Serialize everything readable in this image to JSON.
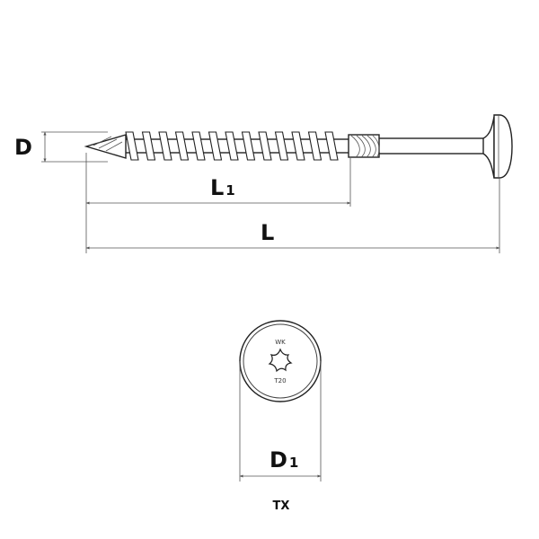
{
  "labels": {
    "diameter": "D",
    "thread_length_main": "L",
    "thread_length_sub": "1",
    "total_length": "L",
    "head_diameter_main": "D",
    "head_diameter_sub": "1",
    "drive_type": "TX"
  },
  "head_marking": {
    "top": "WK",
    "bottom": "T20"
  }
}
